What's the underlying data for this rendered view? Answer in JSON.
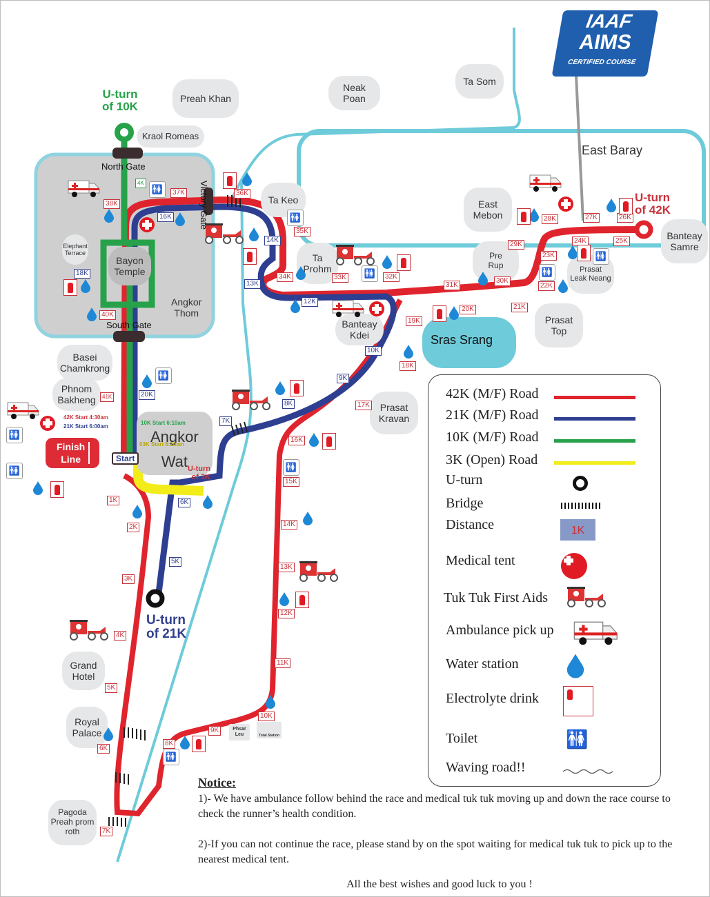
{
  "logo": {
    "line1": "IAAF",
    "line2": "AIMS",
    "line3": "CERTIFIED COURSE"
  },
  "places": [
    {
      "id": "preah-khan",
      "name": "Preah Khan"
    },
    {
      "id": "kraol-romeas",
      "name": "Kraol Romeas"
    },
    {
      "id": "neak-poan",
      "name": "Neak\nPoan"
    },
    {
      "id": "ta-som",
      "name": "Ta Som"
    },
    {
      "id": "east-baray",
      "name": "East Baray"
    },
    {
      "id": "ta-keo",
      "name": "Ta Keo"
    },
    {
      "id": "east-mebon",
      "name": "East\nMebon"
    },
    {
      "id": "banteay-samre",
      "name": "Banteay\nSamre"
    },
    {
      "id": "elephant-terrace",
      "name": "Elephant\nTerrace"
    },
    {
      "id": "bayon-temple",
      "name": "Bayon\nTemple"
    },
    {
      "id": "angkor-thom",
      "name": "Angkor\nThom"
    },
    {
      "id": "ta-prohm",
      "name": "Ta\nProhm"
    },
    {
      "id": "pre-rup",
      "name": "Pre\nRup"
    },
    {
      "id": "prasat-leak-neang",
      "name": "Prasat\nLeak Neang"
    },
    {
      "id": "banteay-kdei",
      "name": "Banteay\nKdei"
    },
    {
      "id": "sras-srang",
      "name": "Sras Srang"
    },
    {
      "id": "prasat-top",
      "name": "Prasat\nTop"
    },
    {
      "id": "basei-chamkrong",
      "name": "Basei\nChamkrong"
    },
    {
      "id": "phnom-bakheng",
      "name": "Phnom\nBakheng"
    },
    {
      "id": "angkor-wat",
      "name": "Angkor\nWat"
    },
    {
      "id": "prasat-kravan",
      "name": "Prasat\nKravan"
    },
    {
      "id": "grand-hotel",
      "name": "Grand\nHotel"
    },
    {
      "id": "royal-palace",
      "name": "Royal\nPalace"
    },
    {
      "id": "pagoda",
      "name": "Pagoda\nPreah prom\nroth"
    },
    {
      "id": "phsar-leu",
      "name": "Phsar\nLeu"
    },
    {
      "id": "total-station",
      "name": "Total Station"
    }
  ],
  "gates": {
    "north": "North Gate",
    "south": "South Gate",
    "victory": "Victory Gate"
  },
  "uturns": {
    "u10k": "U-turn\nof 10K",
    "u21k": "U-turn\nof 21K",
    "u42k": "U-turn\nof 42K",
    "u3k": "U-turn\nof 3K"
  },
  "start": {
    "finish_label": "Finish\nLine",
    "start_label": "Start",
    "t42k": "42K Start 4:30am",
    "t21k": "21K Start 6:00am",
    "t10k": "10K Start 6:10am",
    "t3k": "03K Start 6:20am"
  },
  "markers_42k": [
    "1K",
    "2K",
    "3K",
    "4K",
    "5K",
    "6K",
    "7K",
    "8K",
    "9K",
    "10K",
    "11K",
    "12K",
    "13K",
    "14K",
    "15K",
    "16K",
    "17K",
    "18K",
    "19K",
    "20K",
    "21K",
    "22K",
    "23K",
    "24K",
    "25K",
    "26K",
    "27K",
    "28K",
    "29K",
    "30K",
    "31K",
    "32K",
    "33K",
    "34K",
    "35K",
    "36K",
    "37K",
    "38K",
    "40K",
    "41K"
  ],
  "markers_21k": [
    "5K",
    "6K",
    "7K",
    "8K",
    "9K",
    "10K",
    "12K",
    "13K",
    "14K",
    "16K",
    "18K",
    "20K"
  ],
  "markers_10k": [
    "4K"
  ],
  "legend": {
    "items": [
      {
        "label": "42K (M/F) Road",
        "color": "#e0242d"
      },
      {
        "label": "21K (M/F) Road",
        "color": "#2e3f92"
      },
      {
        "label": "10K (M/F) Road",
        "color": "#27a24a"
      },
      {
        "label": "3K (Open) Road",
        "color": "#f3ec1b"
      },
      {
        "label": "U-turn"
      },
      {
        "label": "Bridge"
      },
      {
        "label": "Distance",
        "sample": "1K"
      },
      {
        "label": "Medical tent"
      },
      {
        "label": "Tuk Tuk First Aids"
      },
      {
        "label": "Ambulance pick up"
      },
      {
        "label": "Water station"
      },
      {
        "label": "Electrolyte drink"
      },
      {
        "label": "Toilet"
      },
      {
        "label": "Waving road!!"
      }
    ]
  },
  "notice": {
    "title": "Notice:",
    "p1": "1)- We have ambulance follow behind the race and medical tuk tuk moving up and down the race course to check the runner’s health condition.",
    "p2": "2)-If you can not continue the race, please stand by on the spot waiting for medical tuk tuk to pick up to the nearest medical tent.",
    "closing": "All the best wishes and good luck to you !"
  },
  "colors": {
    "road42": "#e0242d",
    "road21": "#2e3f92",
    "road10": "#27a24a",
    "road3": "#f3ec1b",
    "water": "#6ecbd9",
    "place": "#e6e7e8"
  }
}
